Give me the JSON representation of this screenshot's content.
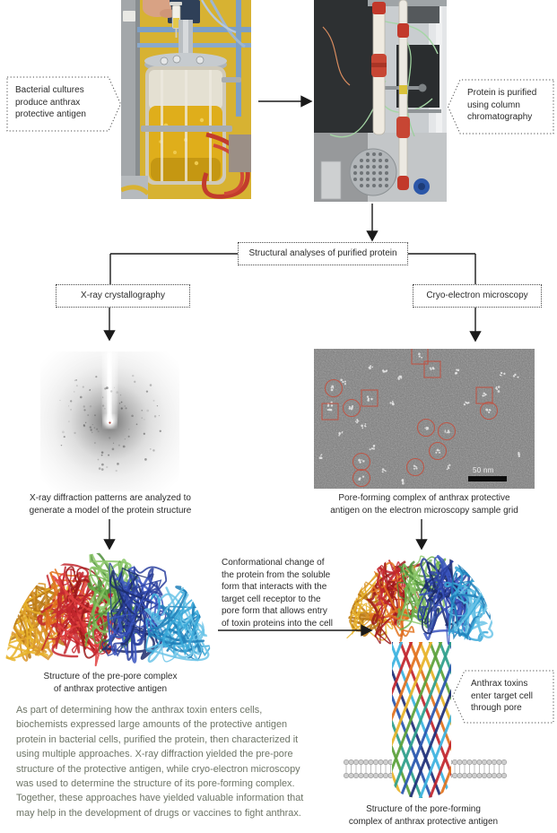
{
  "colors": {
    "paragraph_text": "#6d7466",
    "annotation_red": "#c44d3c",
    "line_black": "#1a1a1a",
    "membrane_gray": "#cfcfcf",
    "membrane_stroke": "#8f8f8f",
    "ribbon_palette": [
      "#c3272e",
      "#e2731f",
      "#e8b32a",
      "#5da23c",
      "#2fa08c",
      "#2a57b0",
      "#20307a",
      "#3db3e0"
    ]
  },
  "flow": {
    "step1": [
      "Bacterial cultures",
      "produce anthrax",
      "protective antigen"
    ],
    "step2": [
      "Protein is purified",
      "using column",
      "chromatography"
    ],
    "analysis": "Structural analyses of purified protein",
    "branch_left": "X-ray crystallography",
    "branch_right": "Cryo-electron microscopy"
  },
  "captions": {
    "xray": [
      "X-ray diffraction patterns are analyzed to",
      "generate a model of the protein structure"
    ],
    "cryoem": [
      "Pore-forming complex of anthrax protective",
      "antigen on the electron microscopy sample grid"
    ],
    "prepore": [
      "Structure of the pre-pore complex",
      "of anthrax protective antigen"
    ],
    "pore": [
      "Structure of the pore-forming",
      "complex of anthrax protective antigen"
    ]
  },
  "annotations": {
    "conformational": [
      "Conformational change of",
      "the protein from the soluble",
      "form that interacts with the",
      "target cell receptor to the",
      "pore form that allows entry",
      "of toxin proteins into the cell"
    ],
    "toxin_entry": [
      "Anthrax toxins",
      "enter target cell",
      "through pore"
    ],
    "scale_bar": "50 nm"
  },
  "paragraph": [
    "As part of determining how the anthrax toxin enters cells,",
    "biochemists expressed large amounts of the protective antigen",
    "protein in bacterial cells, purified the protein, then characterized it",
    "using multiple approaches. X-ray diffraction yielded the pre-pore",
    "structure of the protective antigen, while cryo-electron microscopy",
    "was used to determine the structure of its pore-forming complex.",
    "Together, these approaches have yielded valuable information that",
    "may help in the development of drugs or vaccines to fight anthrax."
  ]
}
